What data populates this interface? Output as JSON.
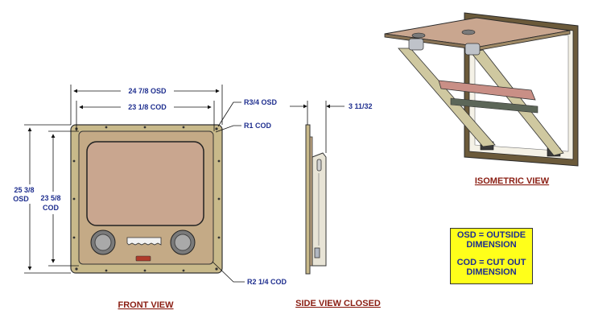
{
  "dimensions": {
    "width_osd": "24 7/8 OSD",
    "width_cod": "23 1/8 COD",
    "radius_osd": "R3/4 OSD",
    "radius_cod": "R1 COD",
    "radius_bottom": "R2 1/4 COD",
    "height_osd_value": "25 3/8",
    "height_osd_unit": "OSD",
    "height_cod_value": "23 5/8",
    "height_cod_unit": "COD",
    "depth": "3 11/32"
  },
  "views": {
    "front": "FRONT VIEW",
    "side": "SIDE VIEW CLOSED",
    "isometric": "ISOMETRIC VIEW"
  },
  "legend": {
    "osd_line1": "OSD = OUTSIDE",
    "osd_line2": "DIMENSION",
    "cod_line1": "COD = CUT OUT",
    "cod_line2": "DIMENSION"
  },
  "colors": {
    "frame": "#c8b98a",
    "panel": "#c9a68f",
    "dimension_text": "#1f2f8f",
    "caption_text": "#8a1d12",
    "legend_bg": "#ffff1a"
  }
}
